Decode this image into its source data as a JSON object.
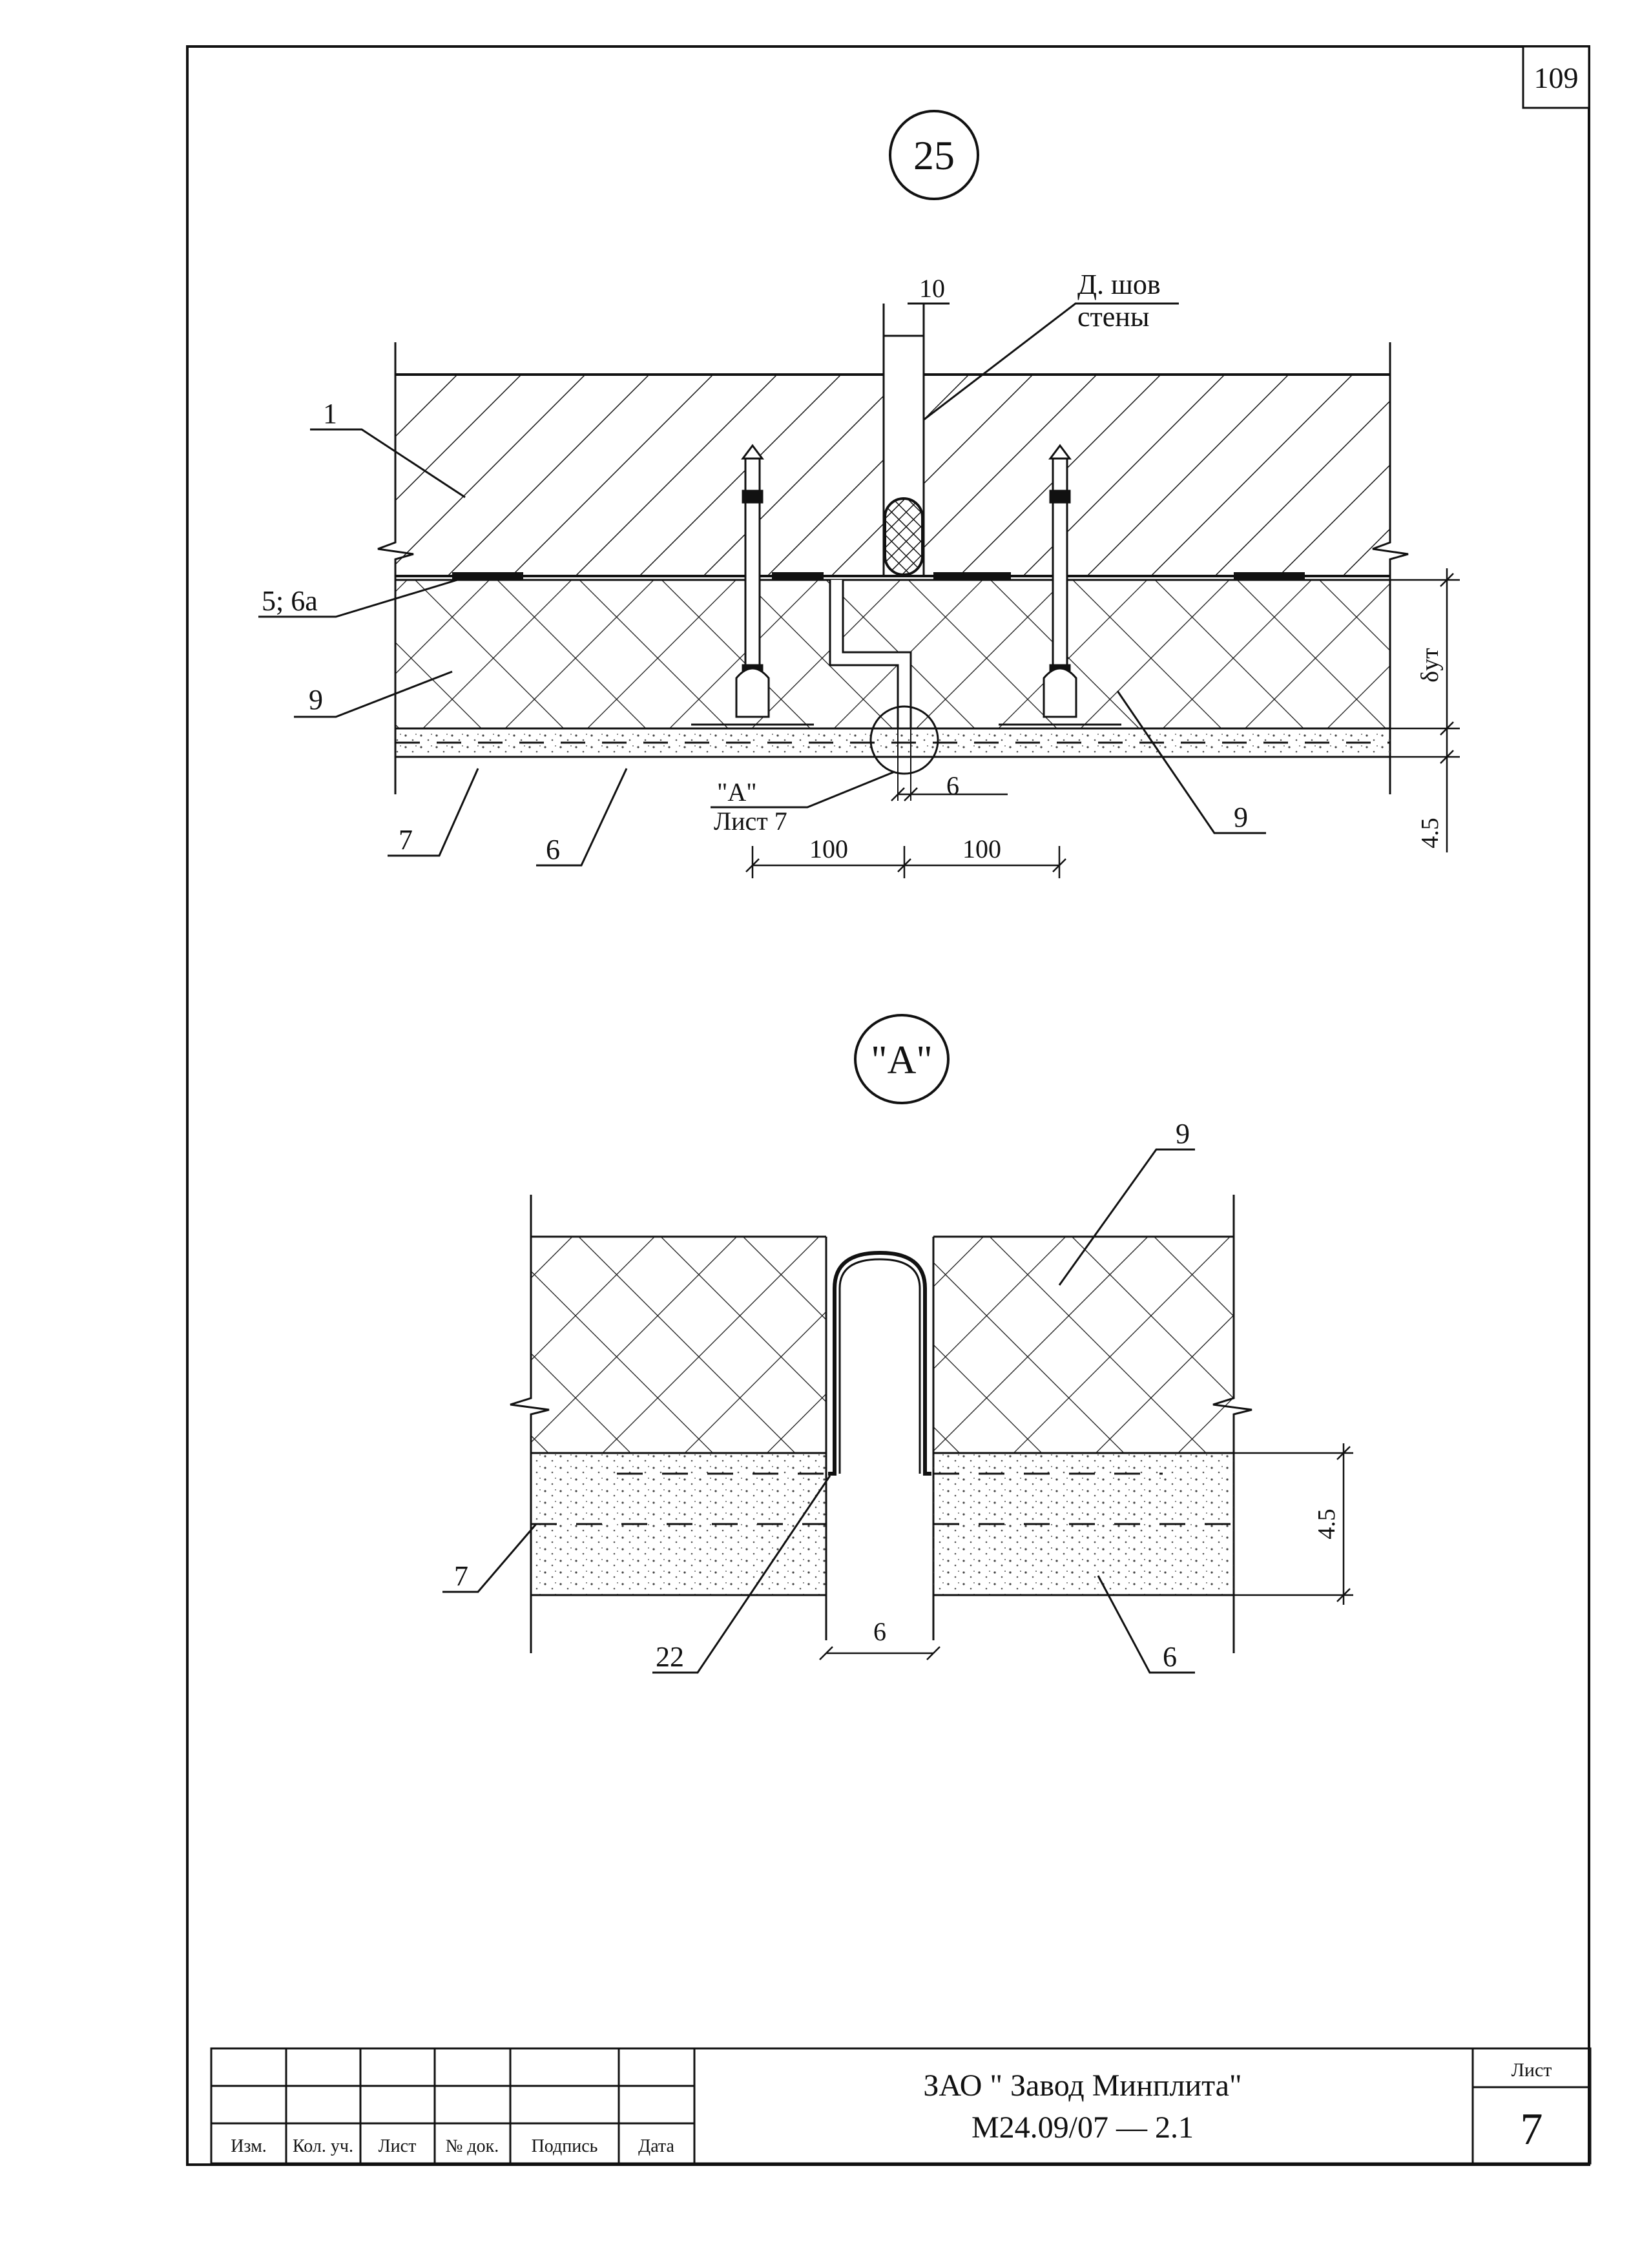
{
  "page_number": "109",
  "detail_25": {
    "marker": "25",
    "joint_note_line1": "Д. шов",
    "joint_note_line2": "стены",
    "dim_joint": "10",
    "callouts": [
      "1",
      "5; 6а",
      "9",
      "7",
      "6",
      "9"
    ],
    "ref_line1": "\"A\"",
    "ref_line2": "Лист 7",
    "dim_gap": "6",
    "dim_left": "100",
    "dim_right": "100",
    "dim_thick_label": "δут",
    "dim_render": "4.5"
  },
  "detail_A": {
    "marker": "\"A\"",
    "callout_9": "9",
    "callout_7": "7",
    "callout_22": "22",
    "callout_6": "6",
    "dim_gap": "6",
    "dim_render": "4.5"
  },
  "title_block": {
    "headers": [
      "Изм.",
      "Кол. уч.",
      "Лист",
      "№ док.",
      "Подпись",
      "Дата"
    ],
    "org": "ЗАО \" Завод Минплита\"",
    "code": "М24.09/07 — 2.1",
    "sheet_label": "Лист",
    "sheet_number": "7"
  }
}
